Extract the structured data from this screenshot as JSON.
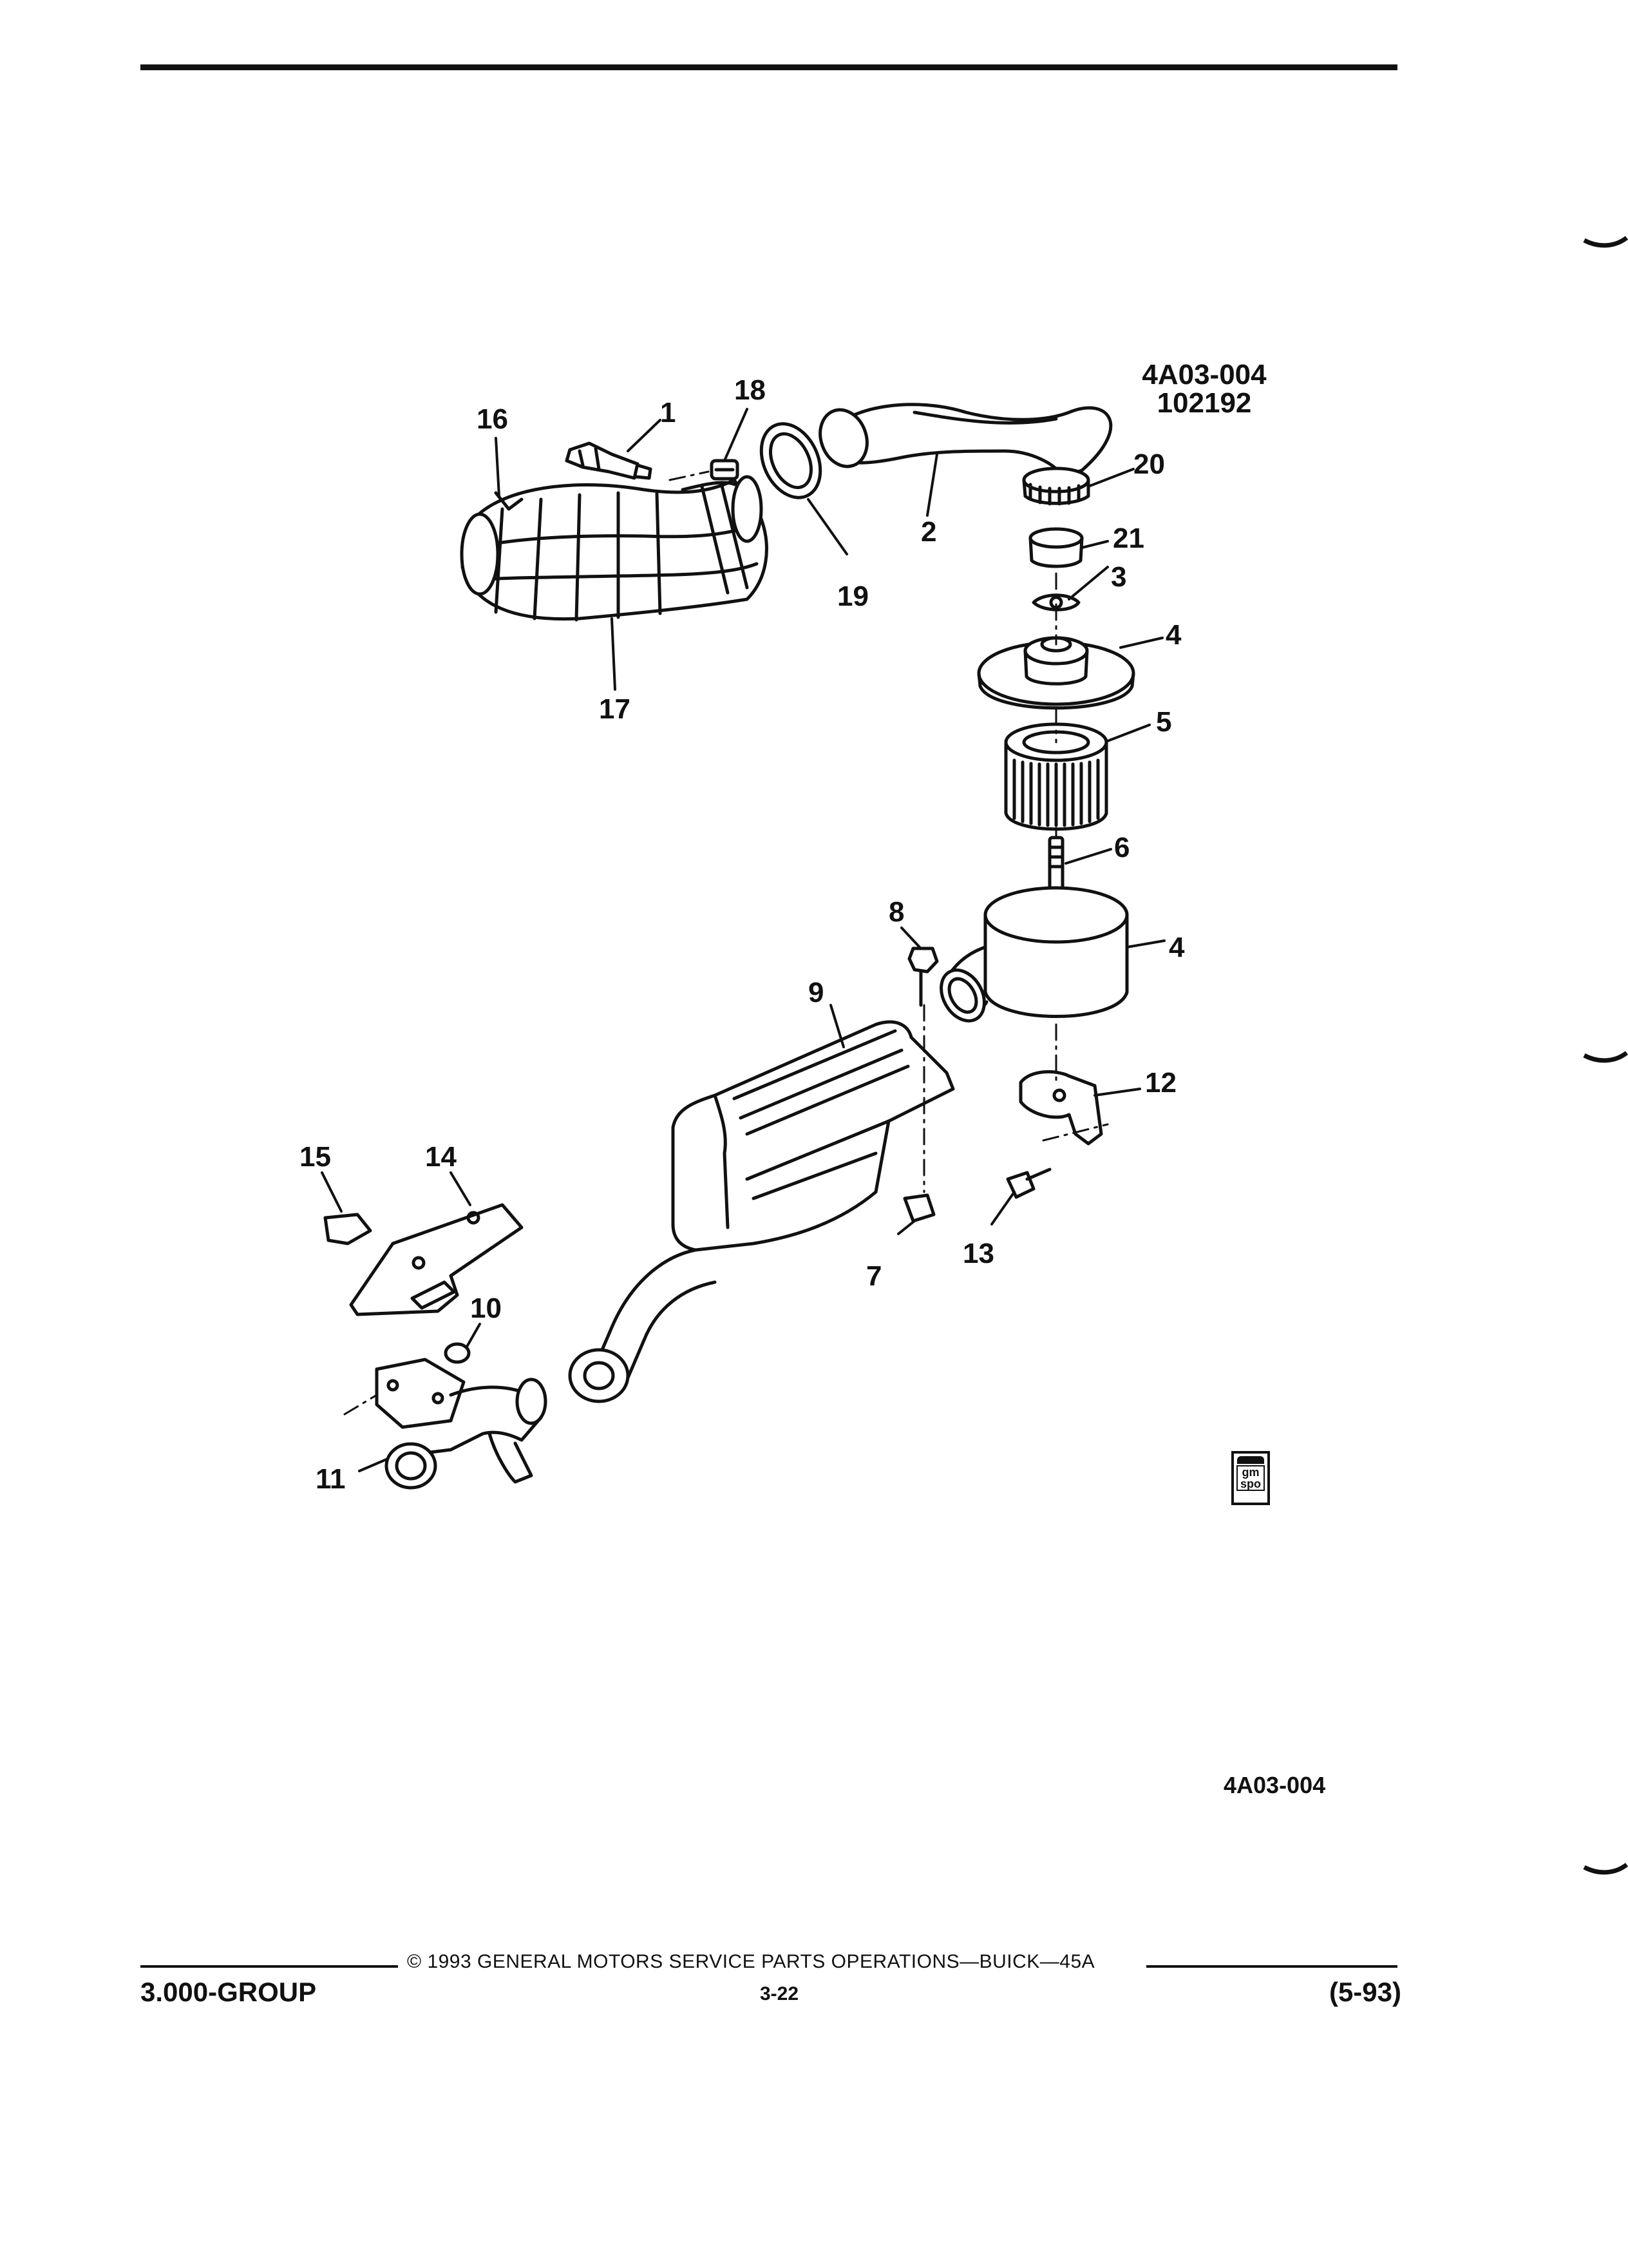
{
  "diagram": {
    "ref_code": "4A03-004",
    "ref_date": "102192",
    "ref_code_bottom": "4A03-004",
    "callouts": [
      {
        "id": "c1",
        "label": "1"
      },
      {
        "id": "c2",
        "label": "2"
      },
      {
        "id": "c3",
        "label": "3"
      },
      {
        "id": "c4a",
        "label": "4"
      },
      {
        "id": "c4b",
        "label": "4"
      },
      {
        "id": "c5",
        "label": "5"
      },
      {
        "id": "c6",
        "label": "6"
      },
      {
        "id": "c7",
        "label": "7"
      },
      {
        "id": "c8",
        "label": "8"
      },
      {
        "id": "c9",
        "label": "9"
      },
      {
        "id": "c10",
        "label": "10"
      },
      {
        "id": "c11",
        "label": "11"
      },
      {
        "id": "c12",
        "label": "12"
      },
      {
        "id": "c13",
        "label": "13"
      },
      {
        "id": "c14",
        "label": "14"
      },
      {
        "id": "c15",
        "label": "15"
      },
      {
        "id": "c16",
        "label": "16"
      },
      {
        "id": "c17",
        "label": "17"
      },
      {
        "id": "c18",
        "label": "18"
      },
      {
        "id": "c19",
        "label": "19"
      },
      {
        "id": "c20",
        "label": "20"
      },
      {
        "id": "c21",
        "label": "21"
      }
    ]
  },
  "badge": {
    "line1": "gm",
    "line2": "spo"
  },
  "footer": {
    "copyright": "© 1993 GENERAL MOTORS SERVICE PARTS OPERATIONS—BUICK—45A",
    "group": "3.000-GROUP",
    "page": "3-22",
    "date": "(5-93)"
  }
}
